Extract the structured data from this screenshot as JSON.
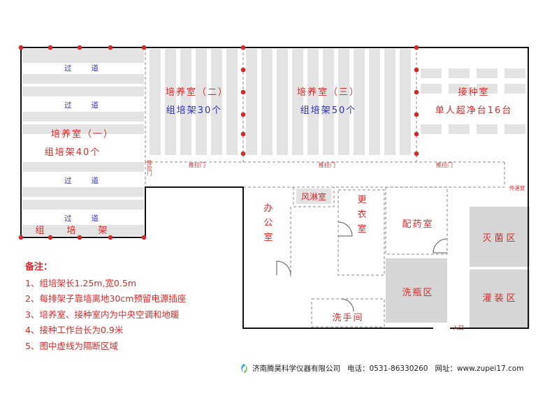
{
  "rooms": {
    "culture_1": {
      "name": "培养室（一）",
      "detail": "组培架40个"
    },
    "culture_2": {
      "name": "培养室（二）",
      "detail": "组培架30个"
    },
    "culture_3": {
      "name": "培养室（三）",
      "detail": "组培架50个"
    },
    "inoculation": {
      "name": "接种室",
      "detail": "单人超净台16台"
    },
    "air_shower": "风淋室",
    "office": "办公室",
    "changing": "更衣室",
    "dispensing": "配药室",
    "sterilization": "灭菌区",
    "bottle_wash": "洗瓶区",
    "filling": "灌装区",
    "hand_wash": "洗手间"
  },
  "labels": {
    "aisle": "过道",
    "shelves": "组培架",
    "sliding_door": "推拉门",
    "delivery_window": "传递窗",
    "entrance": "入口"
  },
  "notes": {
    "title": "备注：",
    "items": [
      "1、组培架长1.25m,宽0.5m",
      "2、每排架子靠墙离地30cm预留电源插座",
      "3、培养室、接种室内为中央空调和地暖",
      "4、接种工作台长为0.9米",
      "5、图中虚线为隔断区域"
    ]
  },
  "footer": {
    "company": "济南腾昊科学仪器有限公司",
    "phone": "电话：0531-86330260",
    "website": "网址：www.zupei17.com"
  },
  "colors": {
    "red": "#d42a2a",
    "blue": "#2b2fa8",
    "shelf_gray": "#e3e3e3",
    "zone_gray": "#d6d6d6",
    "wall": "#111111"
  }
}
